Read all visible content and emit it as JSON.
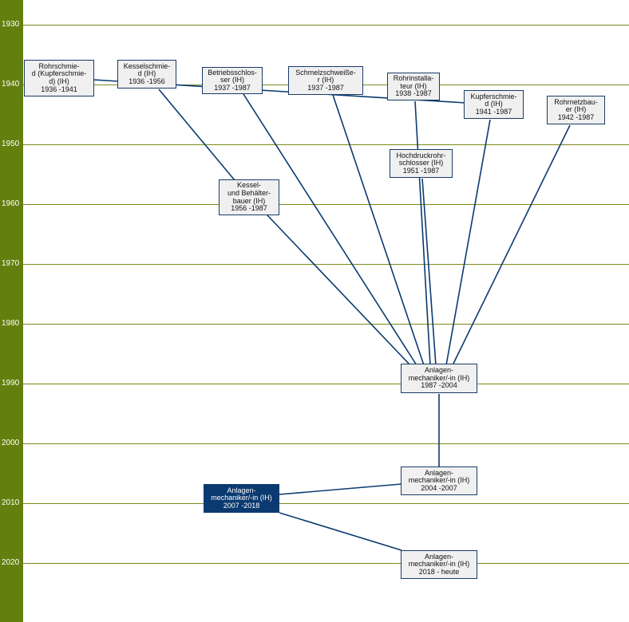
{
  "timeline": {
    "years": [
      "1930",
      "1940",
      "1950",
      "1960",
      "1970",
      "1980",
      "1990",
      "2000",
      "2010",
      "2020"
    ]
  },
  "colors": {
    "axis": "#63800f",
    "edge": "#0b3a70",
    "node_fill": "#f0f0f0",
    "current_fill": "#0b3a70"
  },
  "nodes": [
    {
      "id": "n1",
      "name_lines": [
        "Rohrschmie-",
        "d (Kupferschmie-",
        "d) (IH)"
      ],
      "period": "1936 -1941"
    },
    {
      "id": "n2",
      "name_lines": [
        "Kesselschmie-",
        "d (IH)"
      ],
      "period": "1936 -1956"
    },
    {
      "id": "n3",
      "name_lines": [
        "Betriebsschlos-",
        "ser (IH)"
      ],
      "period": "1937 -1987"
    },
    {
      "id": "n4",
      "name_lines": [
        "Schmelzschweiße-",
        "r (IH)"
      ],
      "period": "1937 -1987"
    },
    {
      "id": "n5",
      "name_lines": [
        "Rohrinstalla-",
        "teur (IH)"
      ],
      "period": "1938 -1987"
    },
    {
      "id": "n6",
      "name_lines": [
        "Kupferschmie-",
        "d (IH)"
      ],
      "period": "1941 -1987"
    },
    {
      "id": "n7",
      "name_lines": [
        "Rohrnetzbau-",
        "er (IH)"
      ],
      "period": "1942 -1987"
    },
    {
      "id": "n8",
      "name_lines": [
        "Hochdruckrohr-",
        "schlosser (IH)"
      ],
      "period": "1951 -1987"
    },
    {
      "id": "n9",
      "name_lines": [
        "Kessel-",
        "und Behälter-",
        "bauer (IH)"
      ],
      "period": "1956 -1987"
    },
    {
      "id": "n10",
      "name_lines": [
        "Anlagen-",
        "mechaniker/-in (IH)"
      ],
      "period": "1987 -2004"
    },
    {
      "id": "n11",
      "name_lines": [
        "Anlagen-",
        "mechaniker/-in (IH)"
      ],
      "period": "2004 -2007"
    },
    {
      "id": "n12",
      "name_lines": [
        "Anlagen-",
        "mechaniker/-in (IH)"
      ],
      "period": "2007 -2018",
      "current": true
    },
    {
      "id": "n13",
      "name_lines": [
        "Anlagen-",
        "mechaniker/-in (IH)"
      ],
      "period": "2018 - heute"
    }
  ],
  "edges": [
    [
      "n1",
      "n6"
    ],
    [
      "n2",
      "n9"
    ],
    [
      "n3",
      "n10"
    ],
    [
      "n4",
      "n10"
    ],
    [
      "n5",
      "n10"
    ],
    [
      "n6",
      "n10"
    ],
    [
      "n7",
      "n10"
    ],
    [
      "n8",
      "n10"
    ],
    [
      "n9",
      "n10"
    ],
    [
      "n10",
      "n11"
    ],
    [
      "n11",
      "n12"
    ],
    [
      "n12",
      "n13"
    ]
  ]
}
